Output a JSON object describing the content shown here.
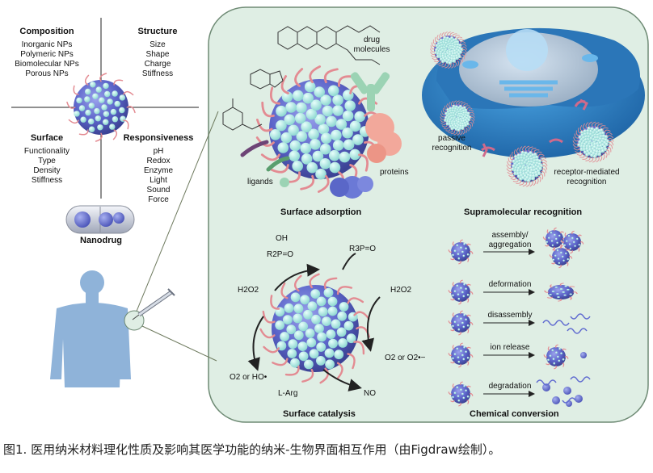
{
  "quadrants": {
    "composition": {
      "title": "Composition",
      "items": [
        "Inorganic NPs",
        "Polymeric NPs",
        "Biomolecular NPs",
        "Porous NPs"
      ]
    },
    "structure": {
      "title": "Structure",
      "items": [
        "Size",
        "Shape",
        "Charge",
        "Stiffness"
      ]
    },
    "surface": {
      "title": "Surface",
      "items": [
        "Functionality",
        "Type",
        "Density",
        "Stiffness"
      ]
    },
    "responsiveness": {
      "title": "Responsiveness",
      "items": [
        "pH",
        "Redox",
        "Enzyme",
        "Light",
        "Sound",
        "Force"
      ]
    }
  },
  "nanodrug_label": "Nanodrug",
  "adsorption": {
    "title": "Surface adsorption",
    "drug_molecules": "drug molecules",
    "ligands": "ligands",
    "proteins": "proteins"
  },
  "recognition": {
    "title": "Supramolecular  recognition",
    "passive": "passive recognition",
    "receptor": "receptor-mediated recognition"
  },
  "catalysis": {
    "title": "Surface catalysis",
    "oh": "OH",
    "r2po": "R2P=O",
    "r3po": "R3P=O",
    "h2o2_left": "H2O2",
    "h2o2_right": "H2O2",
    "o2_ho": "O2 or HO•",
    "o2_o2": "O2 or O2•−",
    "larg": "L-Arg",
    "no": "NO"
  },
  "conversion": {
    "title": "Chemical conversion",
    "rows": [
      "assembly/ aggregation",
      "deformation",
      "disassembly",
      "ion release",
      "degradation"
    ]
  },
  "caption": "图1. 医用纳米材料理化性质及影响其医学功能的纳米-生物界面相互作用（由Figdraw绘制）。",
  "colors": {
    "panel_bg": "#dfeee4",
    "panel_border": "#6e8a74",
    "np_core": "#5f6ad0",
    "np_bead": "#a8e6e0",
    "ligand": "#e38b92",
    "cell_blue": "#2a82c6",
    "skin": "#8fb3d9"
  }
}
